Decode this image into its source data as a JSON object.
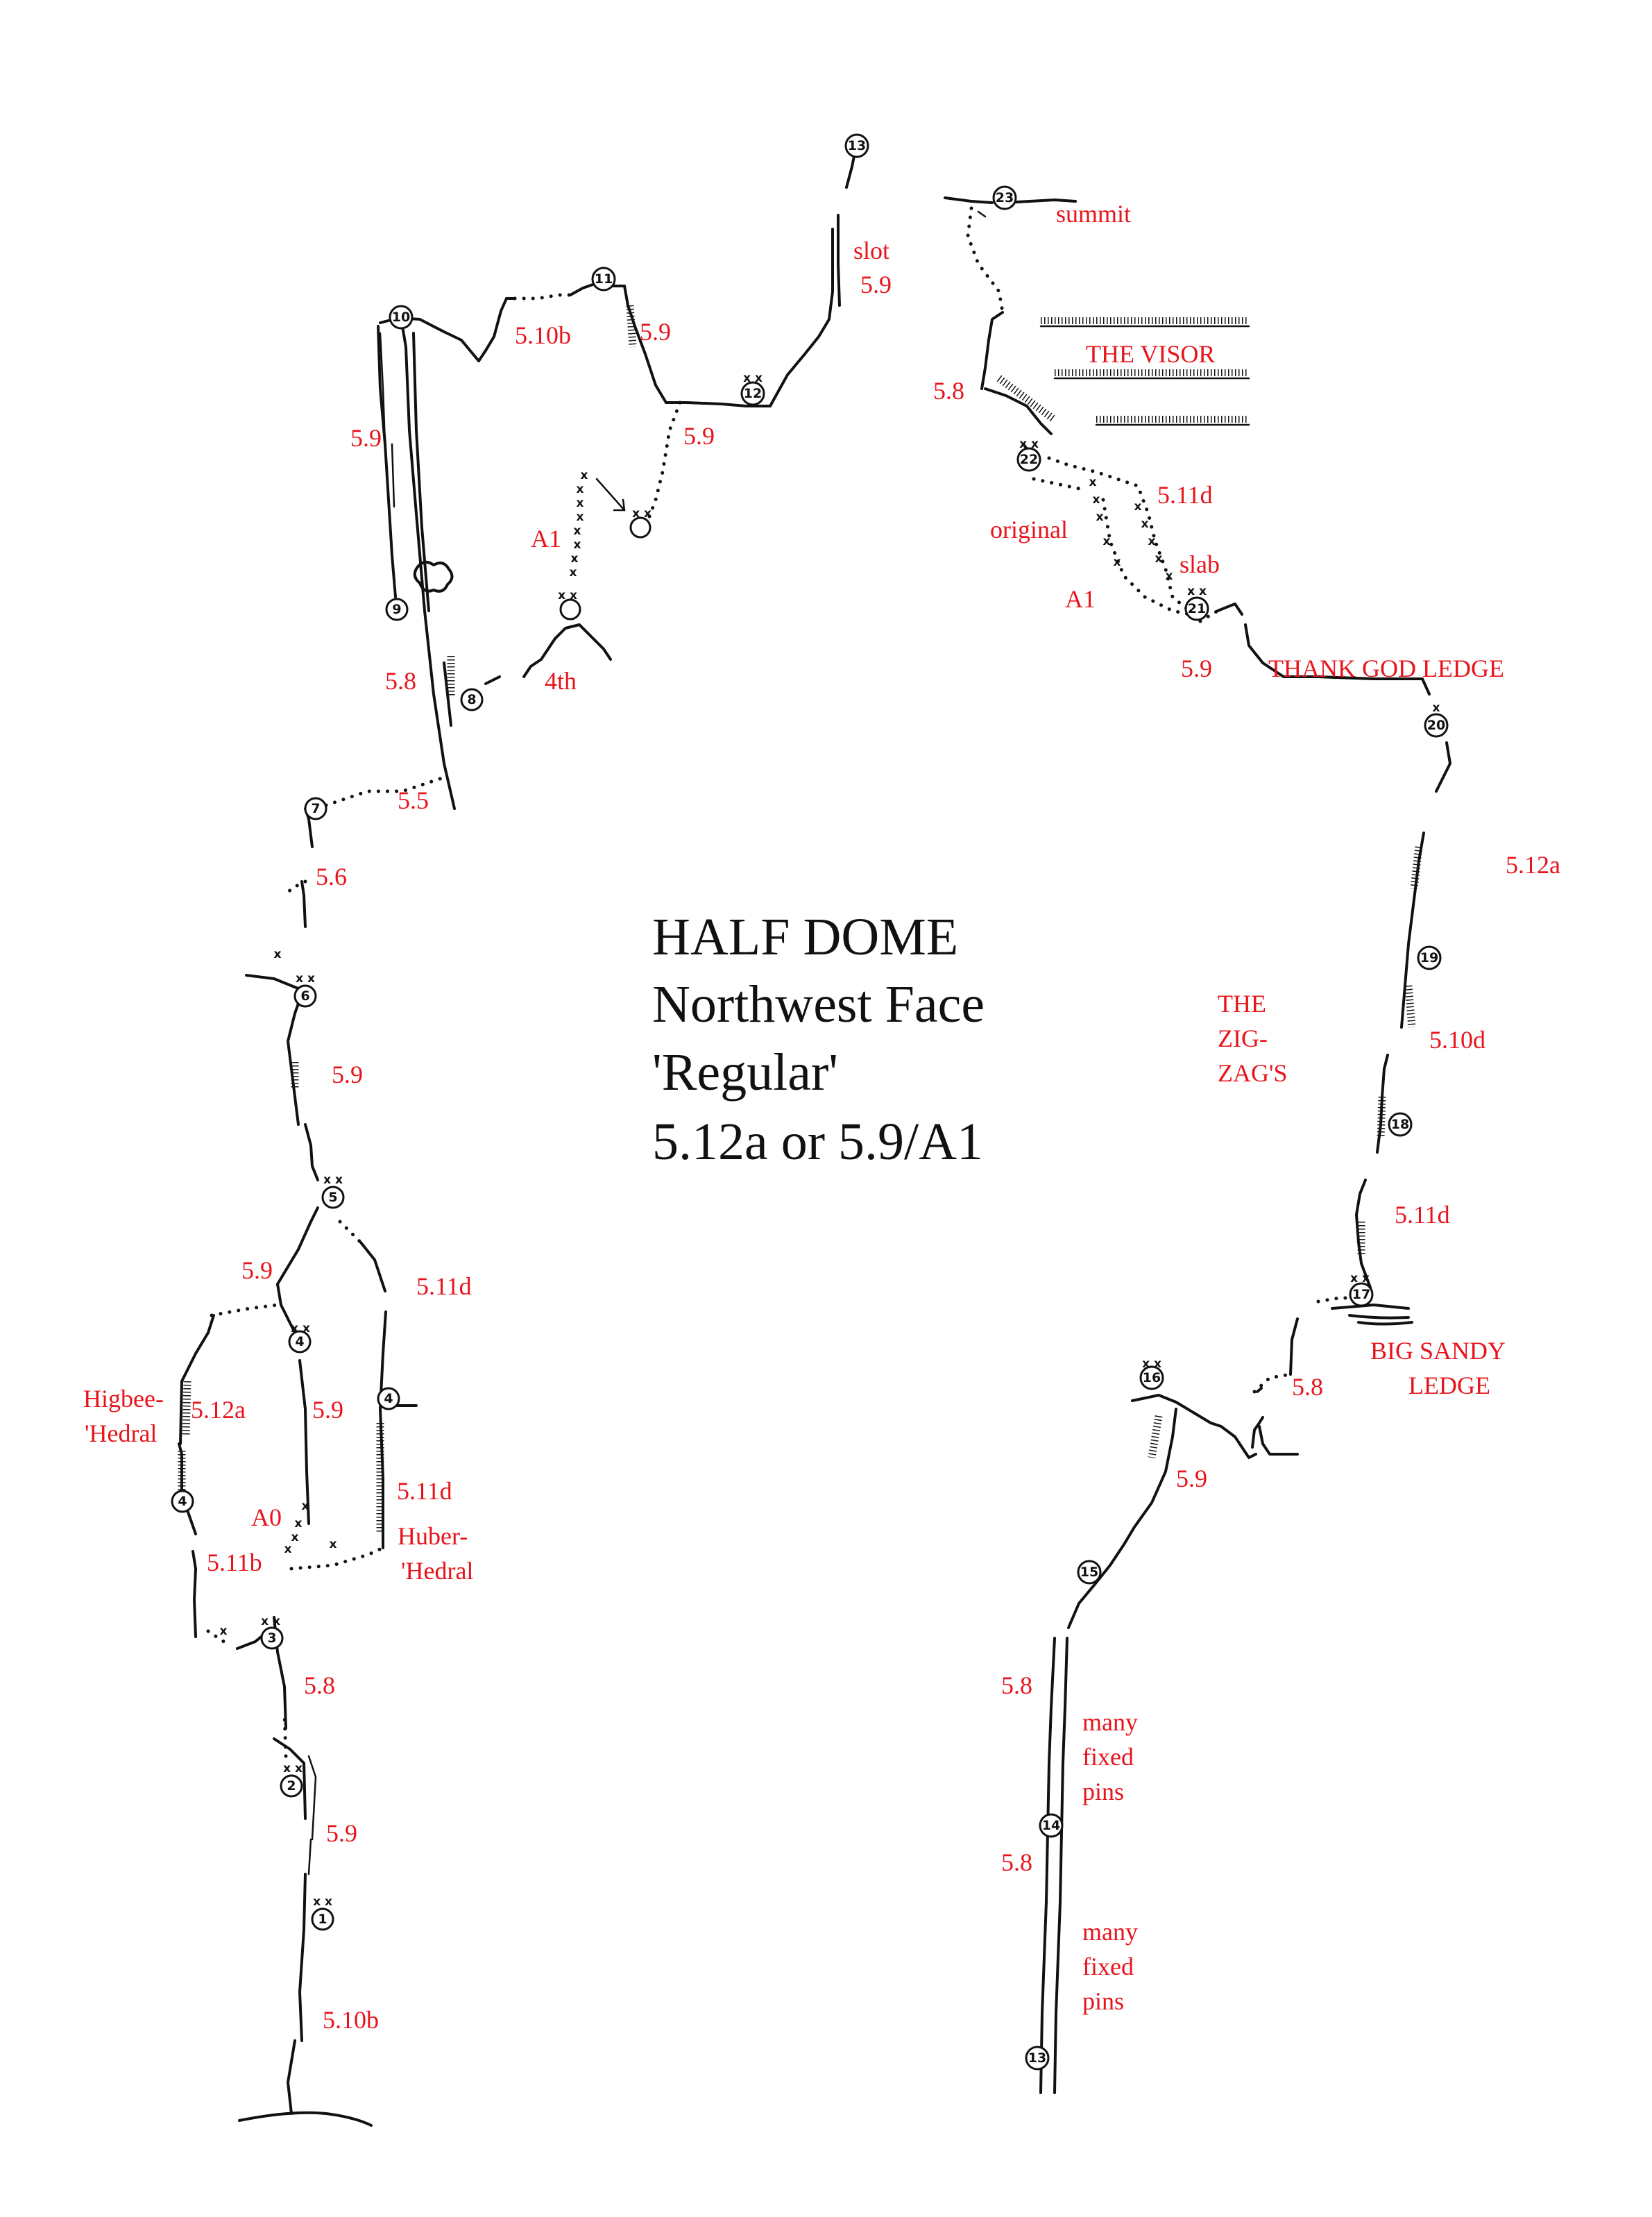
{
  "title": {
    "line1": "HALF DOME",
    "line2": "Northwest Face",
    "line3": "'Regular'",
    "line4": "5.12a or 5.9/A1"
  },
  "colors": {
    "label": "#e8141b",
    "ink": "#111111",
    "background": "#ffffff"
  },
  "belays": [
    "1",
    "2",
    "3",
    "4",
    "4",
    "5",
    "6",
    "7",
    "8",
    "9",
    "10",
    "11",
    "12",
    "13",
    "13",
    "14",
    "15",
    "16",
    "17",
    "18",
    "19",
    "20",
    "21",
    "22",
    "23"
  ],
  "labels": {
    "p1": "5.10b",
    "p2": "5.9",
    "p3": "5.8",
    "p3b": "5.11b",
    "a0": "A0",
    "huber1": "Huber-",
    "huber2": "'Hedral",
    "higbee1": "Higbee-",
    "higbee2": "'Hedral",
    "g512a": "5.12a",
    "g59_4": "5.9",
    "g511d_a": "5.11d",
    "g511d_b": "5.11d",
    "g59_5": "5.9",
    "g59_6": "5.9",
    "g56": "5.6",
    "g55": "5.5",
    "g58_8": "5.8",
    "fourth": "4th",
    "a1_left": "A1",
    "g59_9": "5.9",
    "g510b_10": "5.10b",
    "g59_11": "5.9",
    "g59_12": "5.9",
    "slot": "slot",
    "g59_slot": "5.9",
    "summit": "summit",
    "visor": "THE VISOR",
    "g58_visor": "5.8",
    "g511d_22": "5.11d",
    "original": "original",
    "slab": "slab",
    "a1_right": "A1",
    "g59_tgl": "5.9",
    "tgl": "THANK GOD LEDGE",
    "g512a_r": "5.12a",
    "zz1": "THE",
    "zz2": "ZIG-",
    "zz3": "ZAG'S",
    "g510d": "5.10d",
    "g511d_r": "5.11d",
    "bsl1": "BIG SANDY",
    "bsl2": "LEDGE",
    "g58_bsl": "5.8",
    "g59_16": "5.9",
    "g58_15": "5.8",
    "g58_14": "5.8",
    "pins_a1": "many",
    "pins_a2": "fixed",
    "pins_a3": "pins",
    "pins_b1": "many",
    "pins_b2": "fixed",
    "pins_b3": "pins"
  }
}
